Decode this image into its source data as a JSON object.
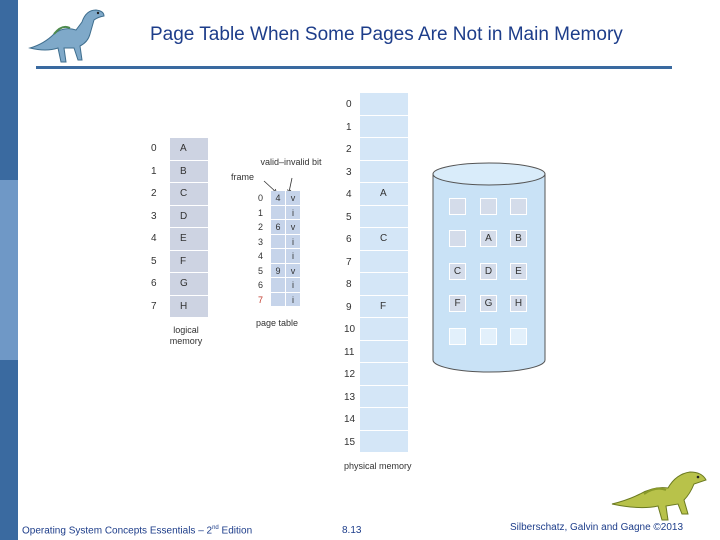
{
  "title": "Page Table When Some Pages Are Not in Main Memory",
  "logical_memory": {
    "label": "logical memory",
    "entries": [
      {
        "index": "0",
        "page": "A"
      },
      {
        "index": "1",
        "page": "B"
      },
      {
        "index": "2",
        "page": "C"
      },
      {
        "index": "3",
        "page": "D"
      },
      {
        "index": "4",
        "page": "E"
      },
      {
        "index": "5",
        "page": "F"
      },
      {
        "index": "6",
        "page": "G"
      },
      {
        "index": "7",
        "page": "H"
      }
    ]
  },
  "page_table": {
    "label": "page table",
    "frame_header": "frame",
    "bit_header": "valid–invalid bit",
    "rows": [
      {
        "index": "0",
        "frame": "4",
        "bit": "v"
      },
      {
        "index": "1",
        "frame": "",
        "bit": "i"
      },
      {
        "index": "2",
        "frame": "6",
        "bit": "v"
      },
      {
        "index": "3",
        "frame": "",
        "bit": "i"
      },
      {
        "index": "4",
        "frame": "",
        "bit": "i"
      },
      {
        "index": "5",
        "frame": "9",
        "bit": "v"
      },
      {
        "index": "6",
        "frame": "",
        "bit": "i"
      },
      {
        "index": "7",
        "frame": "",
        "bit": "i"
      }
    ]
  },
  "physical_memory": {
    "label": "physical memory",
    "frames": [
      {
        "index": "0",
        "content": ""
      },
      {
        "index": "1",
        "content": ""
      },
      {
        "index": "2",
        "content": ""
      },
      {
        "index": "3",
        "content": ""
      },
      {
        "index": "4",
        "content": "A"
      },
      {
        "index": "5",
        "content": ""
      },
      {
        "index": "6",
        "content": "C"
      },
      {
        "index": "7",
        "content": ""
      },
      {
        "index": "8",
        "content": ""
      },
      {
        "index": "9",
        "content": "F"
      },
      {
        "index": "10",
        "content": ""
      },
      {
        "index": "11",
        "content": ""
      },
      {
        "index": "12",
        "content": ""
      },
      {
        "index": "13",
        "content": ""
      },
      {
        "index": "14",
        "content": ""
      },
      {
        "index": "15",
        "content": ""
      }
    ]
  },
  "disk": {
    "rows": [
      [
        "",
        "",
        ""
      ],
      [
        "",
        "A",
        "B"
      ],
      [
        "C",
        "D",
        "E"
      ],
      [
        "F",
        "G",
        "H"
      ],
      [
        "",
        "",
        ""
      ]
    ]
  },
  "footer": {
    "book_prefix": "Operating System Concepts Essentials – 2",
    "book_sup": "nd",
    "book_suffix": " Edition",
    "page": "8.13",
    "copyright": "Silberschatz, Galvin and Gagne ©2013"
  },
  "colors": {
    "accent": "#3a6aa0",
    "title": "#1d3d8a",
    "logical_cell": "#cdd3e2",
    "page_table_cell": "#c6d4ea",
    "physical_cell": "#d4e6f7",
    "disk_body": "#c9e2f6",
    "disk_square": "#d4dcea"
  },
  "icons": [
    "dinosaur-icon",
    "dinosaur-icon"
  ]
}
